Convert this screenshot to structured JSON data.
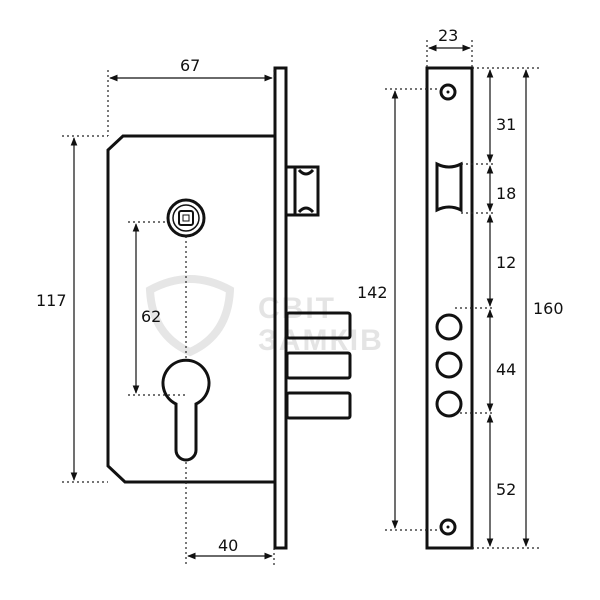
{
  "title": "Mortise lock dimensions",
  "dimensions": {
    "body_depth": "67",
    "body_height": "117",
    "center_distance": "62",
    "backset": "40",
    "fixing_centers": "142",
    "faceplate_width": "23",
    "faceplate_length": "160",
    "top_to_latch": "31",
    "latch_height": "18",
    "latch_to_bolts": "12",
    "bolts_span": "44",
    "bolts_to_bottom": "52"
  },
  "watermark": {
    "line1": "СВІТ",
    "line2": "ЗАМКІВ"
  },
  "colors": {
    "stroke": "#111111",
    "watermark": "#e4e4e4"
  }
}
